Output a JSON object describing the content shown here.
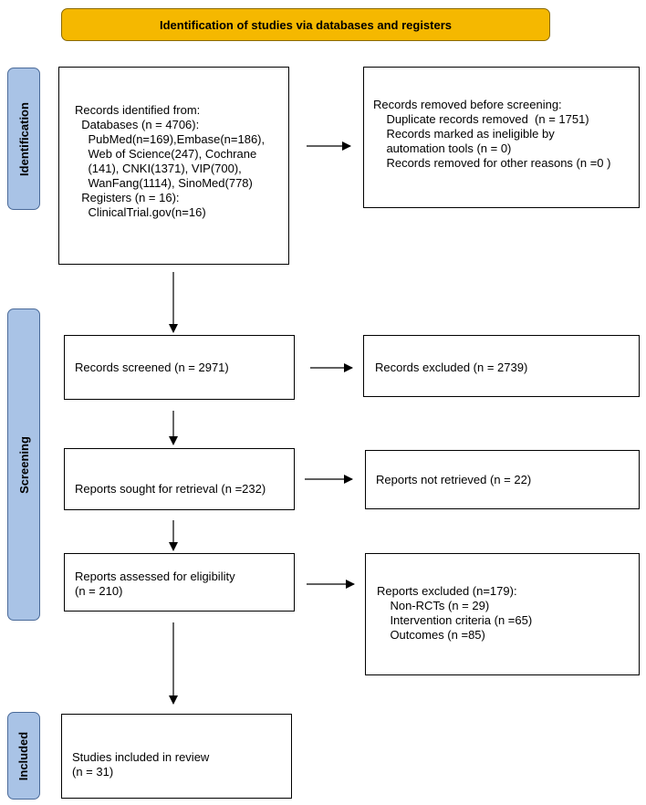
{
  "header": {
    "title": "Identification of studies via databases and registers"
  },
  "phases": {
    "identification": "Identification",
    "screening": "Screening",
    "included": "Included"
  },
  "boxes": {
    "records_identified": [
      "Records identified from:",
      "  Databases (n = 4706):",
      "    PubMed(n=169),Embase(n=186),",
      "    Web of Science(247), Cochrane",
      "    (141), CNKI(1371), VIP(700),",
      "    WanFang(1114), SinoMed(778)",
      "  Registers (n = 16):",
      "    ClinicalTrial.gov(n=16)"
    ],
    "records_removed": [
      "Records removed before screening:",
      "    Duplicate records removed  (n = 1751)",
      "    Records marked as ineligible by",
      "    automation tools (n = 0)",
      "    Records removed for other reasons (n =0 )"
    ],
    "records_screened": [
      "Records screened (n = 2971)"
    ],
    "records_excluded": [
      "Records excluded (n = 2739)"
    ],
    "reports_sought": [
      "Reports sought for retrieval (n =232)"
    ],
    "reports_not_retrieved": [
      "Reports not retrieved (n = 22)"
    ],
    "reports_assessed": [
      "Reports assessed for eligibility",
      "(n = 210)"
    ],
    "reports_excluded": [
      "Reports excluded (n=179):",
      "    Non-RCTs (n = 29)",
      "    Intervention criteria (n =65)",
      "    Outcomes (n =85)"
    ],
    "studies_included": [
      "Studies included in review",
      "(n = 31)"
    ]
  }
}
